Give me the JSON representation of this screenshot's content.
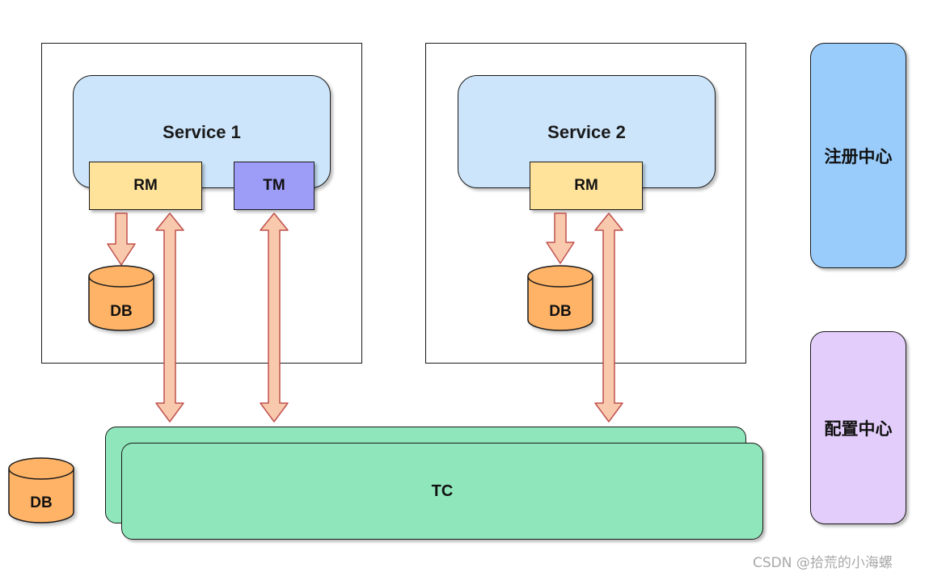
{
  "service1": {
    "title": "Service 1",
    "rm_label": "RM",
    "tm_label": "TM",
    "db_label": "DB"
  },
  "service2": {
    "title": "Service 2",
    "rm_label": "RM",
    "db_label": "DB"
  },
  "tc": {
    "label": "TC",
    "db_label": "DB"
  },
  "registry": {
    "label": "注册中心"
  },
  "config": {
    "label": "配置中心"
  },
  "watermark": "CSDN @拾荒的小海螺",
  "colors": {
    "service": "#cce5fa",
    "rm": "#ffe39b",
    "tm": "#9d9df8",
    "tc": "#8fe6bb",
    "registry": "#99ccfb",
    "config": "#e3cdfa",
    "db": "#ffb366",
    "arrow_fill": "#f8c9ad",
    "arrow_stroke": "#c0504d"
  }
}
